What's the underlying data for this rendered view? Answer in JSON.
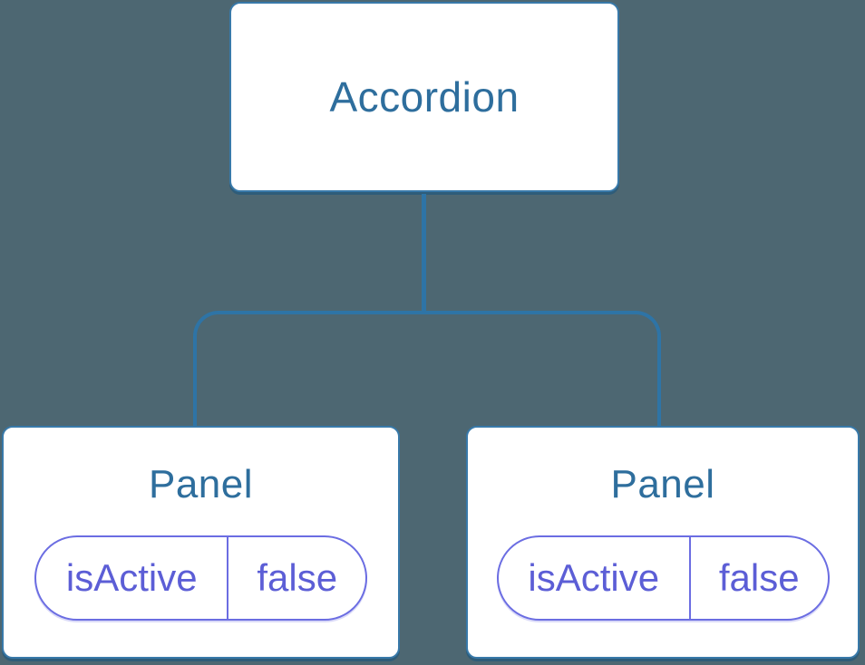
{
  "canvas": {
    "background": "#4d6772"
  },
  "colors": {
    "node_background": "#ffffff",
    "node_border": "#3879a9",
    "node_title_text": "#2e6e9d",
    "connector_line": "#2e74a6",
    "prop_text": "#5c5ed6",
    "prop_border": "#6b6de2"
  },
  "tree": {
    "root": {
      "label": "Accordion"
    },
    "children": [
      {
        "label": "Panel",
        "props": [
          {
            "name": "isActive",
            "value": "false"
          }
        ]
      },
      {
        "label": "Panel",
        "props": [
          {
            "name": "isActive",
            "value": "false"
          }
        ]
      }
    ]
  }
}
